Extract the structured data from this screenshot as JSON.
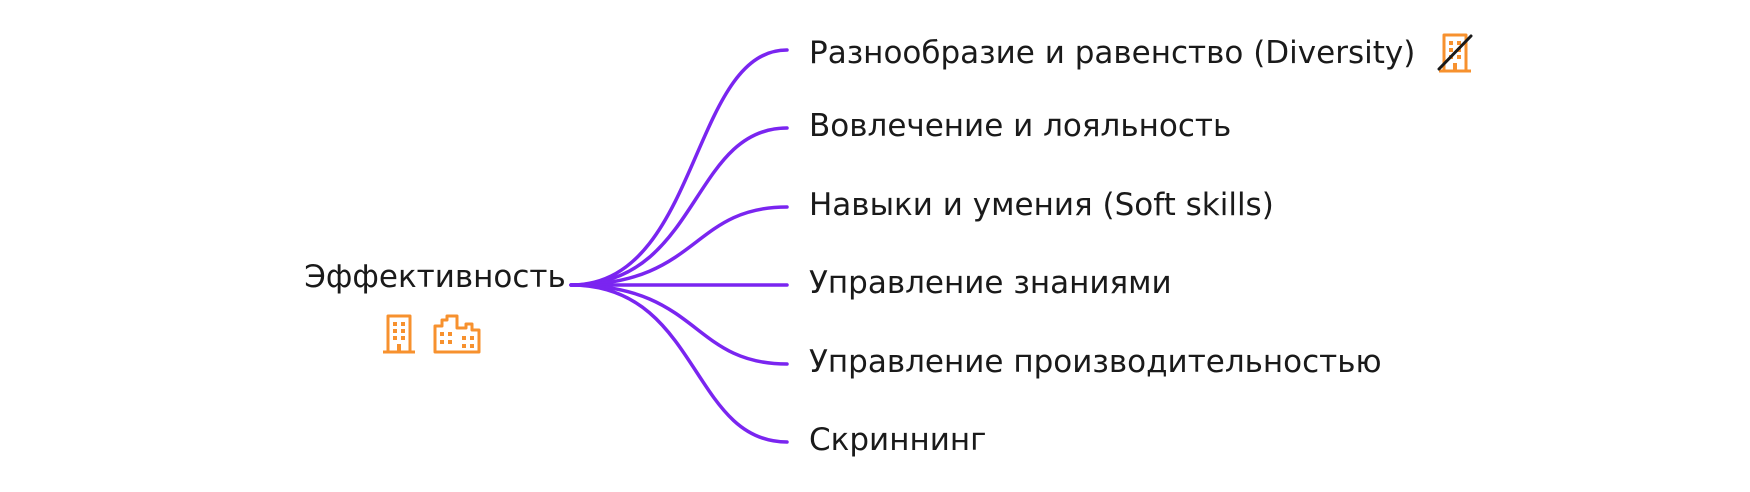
{
  "root": {
    "label": "Эффективность",
    "icons": [
      "office-building-icon",
      "factory-buildings-icon"
    ]
  },
  "branches": [
    {
      "label": "Разнообразие и равенство (Diversity)",
      "icon": "building-crossed-out-icon"
    },
    {
      "label": "Вовлечение и лояльность"
    },
    {
      "label": "Навыки и умения (Soft skills)"
    },
    {
      "label": "Управление знаниями"
    },
    {
      "label": "Управление производительностью"
    },
    {
      "label": "Скриннинг"
    }
  ],
  "colors": {
    "connector": "#7a25f0",
    "icon": "#f7912e",
    "text": "#1a1a1a",
    "background": "#ffffff"
  }
}
